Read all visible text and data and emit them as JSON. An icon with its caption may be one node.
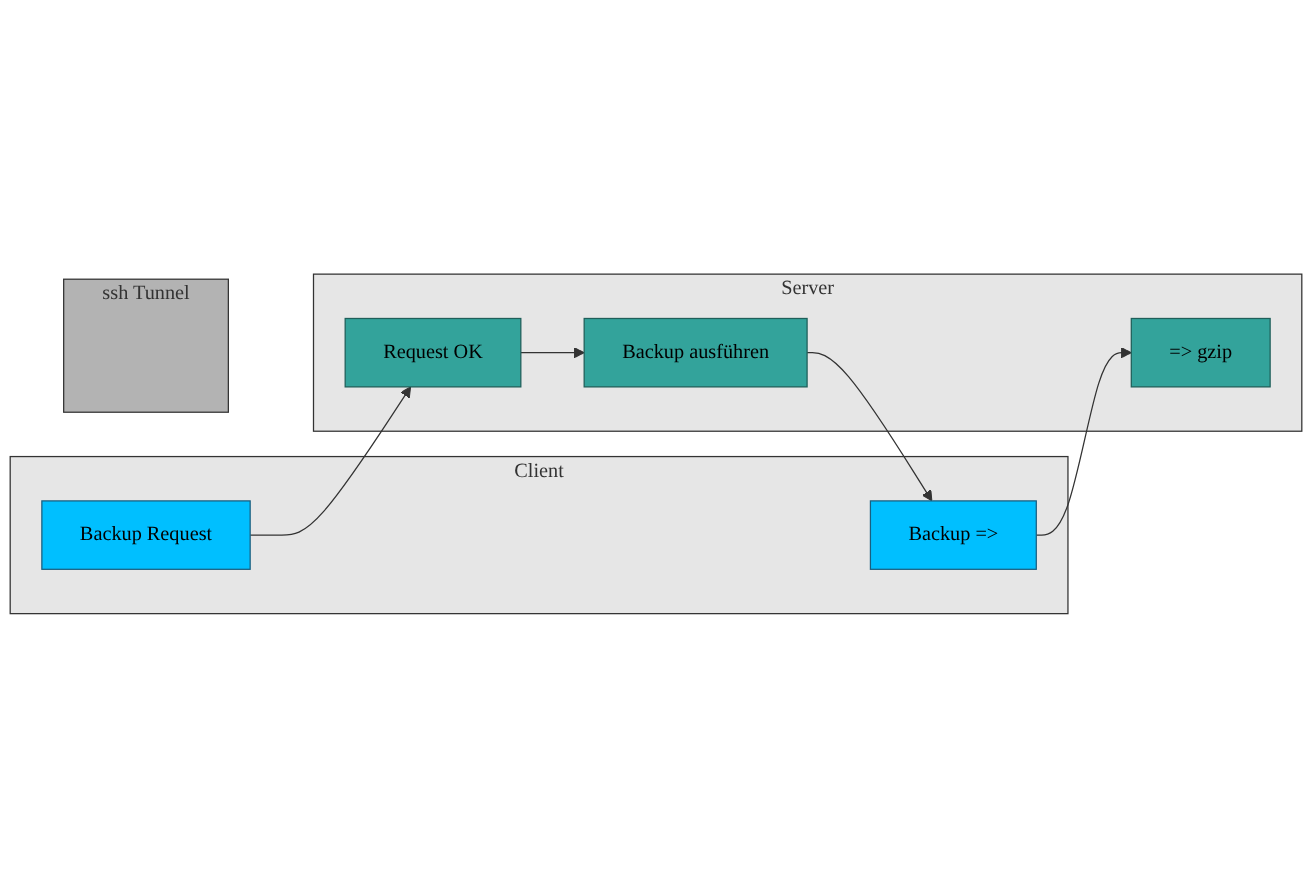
{
  "diagram": {
    "nodes": [
      {
        "text": [
          "Client"
        ]
      },
      {
        "text": [
          "ssh Tunnel"
        ]
      },
      {
        "text": [
          "Server"
        ]
      },
      {
        "text": [
          "Backup Request"
        ],
        "in": 0
      },
      {
        "text": [
          "Request OK"
        ],
        "in": 2
      },
      {
        "text": [
          "Backup ausführen"
        ],
        "in": 2
      },
      {
        "text": [
          "Backup =>"
        ],
        "in": 0
      },
      {
        "text": [
          "=> gzip"
        ],
        "in": 2
      }
    ],
    "edges": [
      {
        "from": 3,
        "to": 4,
        "arrow": "to"
      },
      {
        "from": 4,
        "to": 5,
        "arrow": "to"
      },
      {
        "from": 5,
        "to": 6,
        "arrow": "to"
      },
      {
        "from": 6,
        "to": 7,
        "arrow": "to"
      }
    ]
  }
}
